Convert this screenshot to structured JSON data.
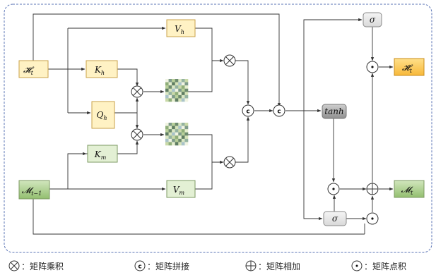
{
  "nodes": {
    "h_t": "𝓗",
    "h_t_sub": "t",
    "m_t1": "𝓜",
    "m_t1_sub": "t−1",
    "k_h": "K",
    "k_h_sub": "h",
    "q_h": "Q",
    "q_h_sub": "h",
    "v_h": "V",
    "v_h_sub": "h",
    "k_m": "K",
    "k_m_sub": "m",
    "v_m": "V",
    "v_m_sub": "m",
    "tanh": "tanh",
    "sigma_top": "σ",
    "sigma_bottom": "σ",
    "h_hat_t": "𝓗̂",
    "h_hat_t_sub": "t",
    "m_t": "𝓜",
    "m_t_sub": "t"
  },
  "ops": {
    "concat": "c",
    "dot": "·"
  },
  "legend": {
    "multiply": "：矩阵乘积",
    "concat": "：矩阵拼接",
    "add": "：矩阵相加",
    "dot": "：矩阵点积",
    "concat_symbol": "c"
  },
  "colors": {
    "yellow_fill": "#fff2c4",
    "yellow_stroke": "#c9a24a",
    "green_fill": "#e3f0d4",
    "green_stroke": "#7d9a63",
    "dark_green_fill": "#b5d69a",
    "orange_fill": "#ffcc55",
    "gray_fill": "#a6a6a6",
    "light_gray_fill": "#e8e8e8",
    "frame": "#5a73b5"
  }
}
